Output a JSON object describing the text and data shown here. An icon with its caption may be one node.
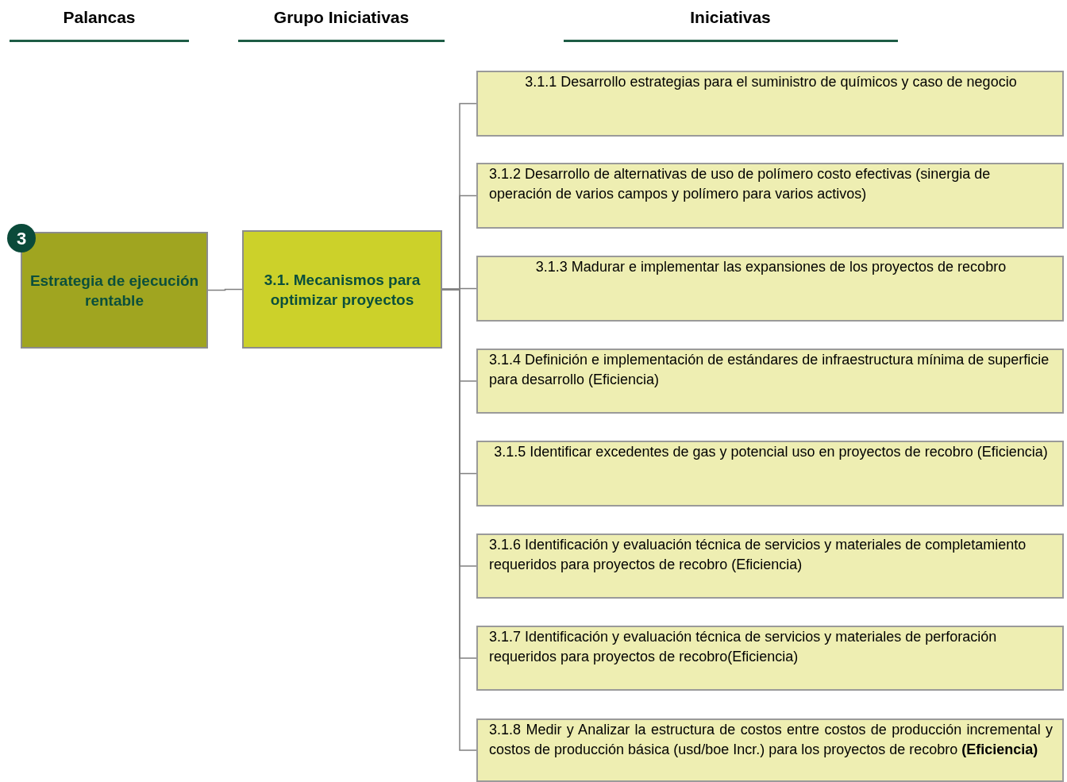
{
  "diagram": {
    "nodes": [
      {
        "text": [
          "3"
        ]
      },
      {
        "text": [
          "Estrategia de ejecución rentable"
        ]
      },
      {
        "text": [
          "3.1. Mecanismos para optimizar proyectos"
        ]
      },
      {
        "text": [
          "3.1.1 Desarrollo estrategias para el suministro de químicos y caso de negocio"
        ]
      },
      {
        "text": [
          "3.1.2 Desarrollo de alternativas de uso de polímero costo efectivas (sinergia de operación de varios campos y polímero para varios activos)"
        ]
      },
      {
        "text": [
          "3.1.3 Madurar e implementar las expansiones de los proyectos de recobro"
        ]
      },
      {
        "text": [
          "3.1.4 Definición e implementación de estándares de infraestructura mínima de superficie para desarrollo (Eficiencia)"
        ]
      },
      {
        "text": [
          "3.1.5 Identificar excedentes de gas y potencial uso en proyectos de recobro (Eficiencia)"
        ]
      },
      {
        "text": [
          "3.1.6 Identificación y evaluación técnica de servicios y materiales de completamiento requeridos para proyectos de recobro (Eficiencia)"
        ]
      },
      {
        "text": [
          "3.1.7 Identificación y evaluación técnica de servicios y materiales de perforación requeridos para proyectos de recobro(Eficiencia)"
        ]
      },
      {
        "text": [
          "3.1.8 Medir y Analizar la estructura de costos entre costos de producción incremental y costos de producción básica (usd/boe Incr.) para los proyectos de recobro **(Eficiencia)**"
        ]
      }
    ],
    "edges": [
      {
        "from": 1,
        "to": 2,
        "arrow": "none"
      },
      {
        "from": 2,
        "to": 3,
        "arrow": "none"
      },
      {
        "from": 2,
        "to": 4,
        "arrow": "none"
      },
      {
        "from": 2,
        "to": 5,
        "arrow": "none"
      },
      {
        "from": 2,
        "to": 6,
        "arrow": "none"
      },
      {
        "from": 2,
        "to": 7,
        "arrow": "none"
      },
      {
        "from": 2,
        "to": 8,
        "arrow": "none"
      },
      {
        "from": 2,
        "to": 9,
        "arrow": "none"
      },
      {
        "from": 2,
        "to": 10,
        "arrow": "none"
      }
    ],
    "labels": [
      "Palancas",
      "Grupo Iniciativas",
      "Iniciativas"
    ]
  }
}
